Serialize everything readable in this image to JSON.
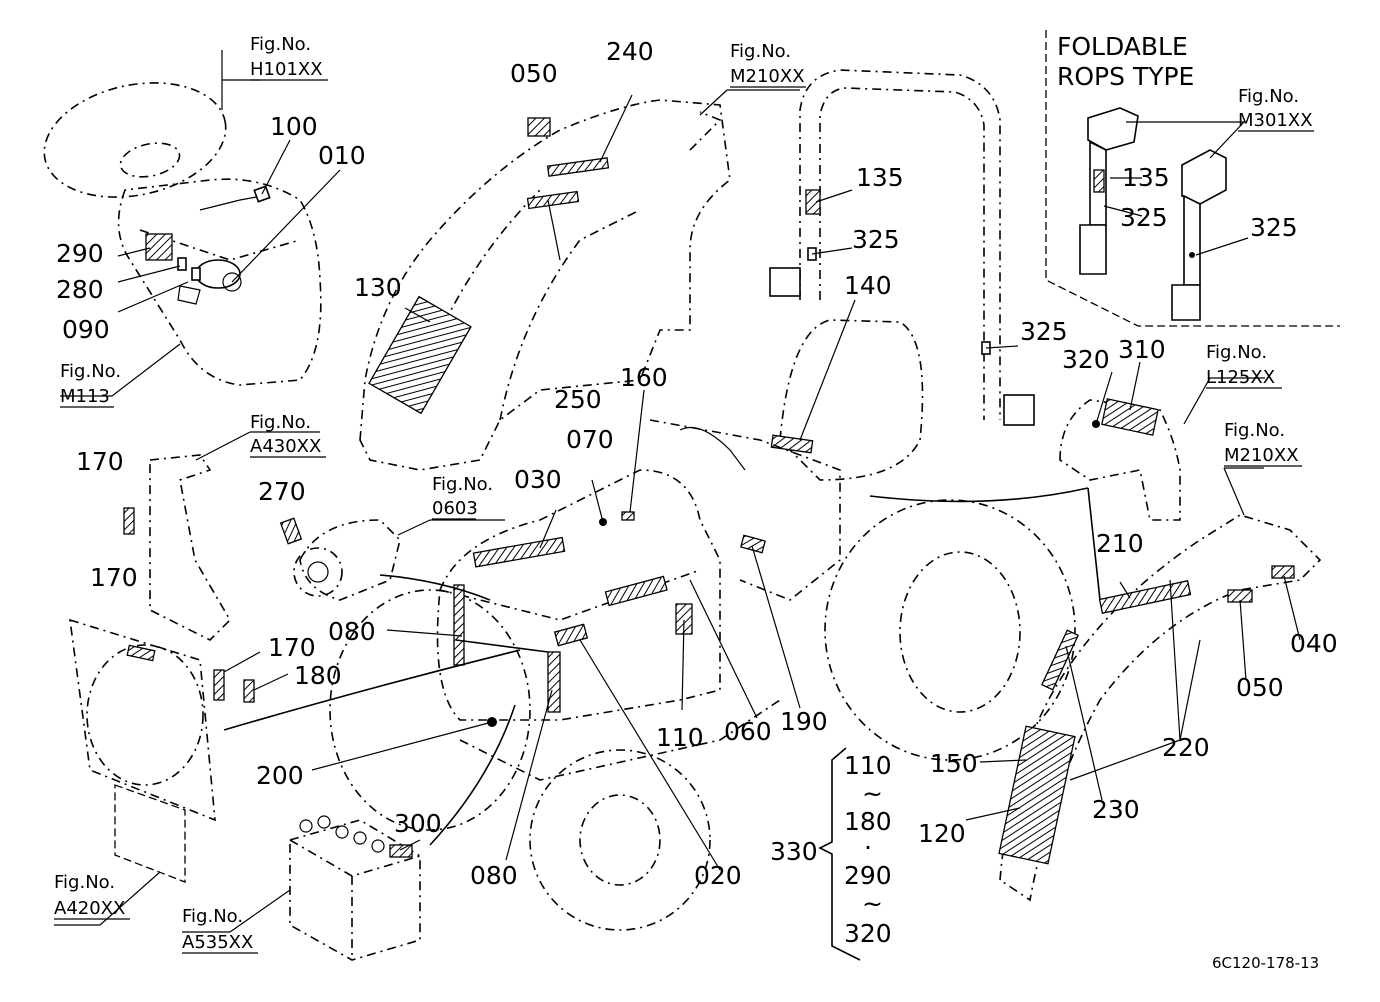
{
  "title_box": {
    "line1": "FOLDABLE",
    "line2": "ROPS TYPE"
  },
  "drawing_code": "6C120-178-13",
  "fig_refs": {
    "h101": {
      "label": "Fig.No.",
      "code": "H101XX"
    },
    "m210_top": {
      "label": "Fig.No.",
      "code": "M210XX"
    },
    "m301": {
      "label": "Fig.No.",
      "code": "M301XX"
    },
    "m113": {
      "label": "Fig.No.",
      "code": "M113"
    },
    "a430": {
      "label": "Fig.No.",
      "code": "A430XX"
    },
    "f0603": {
      "label": "Fig.No.",
      "code": "0603"
    },
    "l125": {
      "label": "Fig.No.",
      "code": "L125XX"
    },
    "m210_right": {
      "label": "Fig.No.",
      "code": "M210XX"
    },
    "a420": {
      "label": "Fig.No.",
      "code": "A420XX"
    },
    "a535": {
      "label": "Fig.No.",
      "code": "A535XX"
    }
  },
  "callouts": {
    "c050_top": "050",
    "c240": "240",
    "c100": "100",
    "c010": "010",
    "c135": "135",
    "c325_a": "325",
    "c135_inset": "135",
    "c325_inset1": "325",
    "c325_inset2": "325",
    "c290": "290",
    "c280": "280",
    "c090": "090",
    "c130": "130",
    "c140": "140",
    "c325_b": "325",
    "c250": "250",
    "c160": "160",
    "c320": "320",
    "c310": "310",
    "c070": "070",
    "c030": "030",
    "c170_a": "170",
    "c270": "270",
    "c210": "210",
    "c170_b": "170",
    "c080_a": "080",
    "c170_c": "170",
    "c180": "180",
    "c040": "040",
    "c050_right": "050",
    "c110": "110",
    "c060": "060",
    "c190": "190",
    "c220": "220",
    "c200": "200",
    "c150": "150",
    "c230": "230",
    "c120": "120",
    "c300": "300",
    "c080_b": "080",
    "c020": "020",
    "c330": "330"
  },
  "range_list": {
    "a": "110",
    "tilde1": "~",
    "b": "180",
    "dot": "·",
    "c": "290",
    "tilde2": "~",
    "d": "320"
  }
}
